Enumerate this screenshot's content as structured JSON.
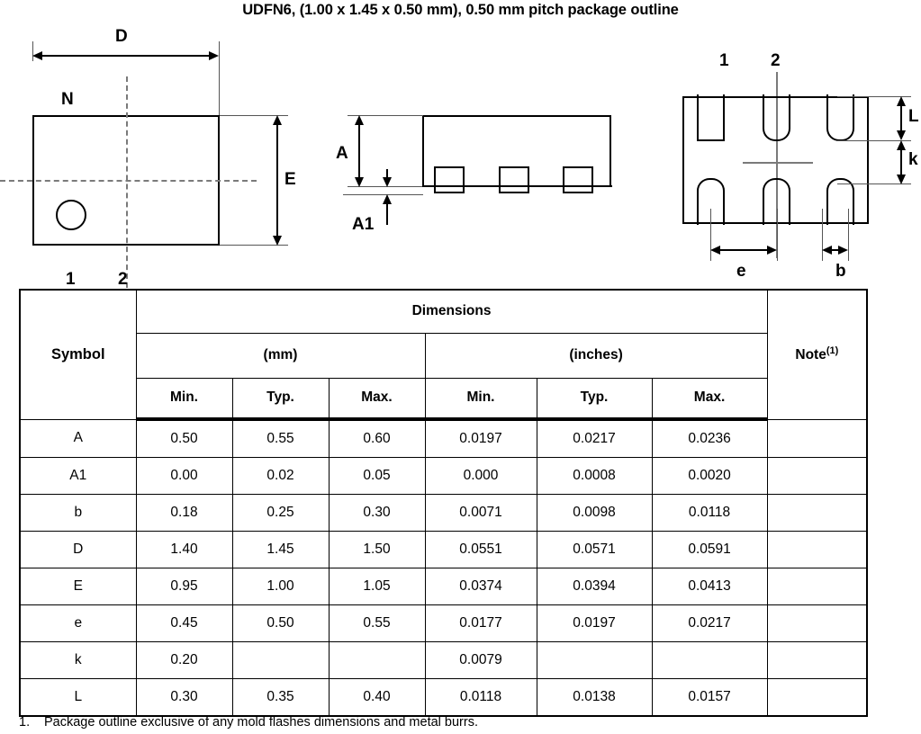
{
  "title": "UDFN6, (1.00 x 1.45 x 0.50 mm), 0.50 mm pitch package outline",
  "drawings": {
    "top_view": {
      "dim_d": "D",
      "dim_e": "E",
      "label_n": "N",
      "pin_1": "1",
      "pin_2": "2"
    },
    "side_view": {
      "dim_a": "A",
      "dim_a1": "A1"
    },
    "bottom_view": {
      "pin_1": "1",
      "pin_2": "2",
      "dim_l": "L",
      "dim_k": "k",
      "dim_e": "e",
      "dim_b": "b"
    }
  },
  "table": {
    "symbol_header": "Symbol",
    "dimensions_header": "Dimensions",
    "mm_header": "(mm)",
    "inches_header": "(inches)",
    "note_header": "Note",
    "note_superscript": "(1)",
    "subheaders": [
      "Min.",
      "Typ.",
      "Max.",
      "Min.",
      "Typ.",
      "Max."
    ],
    "rows": [
      {
        "symbol": "A",
        "mm_min": "0.50",
        "mm_typ": "0.55",
        "mm_max": "0.60",
        "in_min": "0.0197",
        "in_typ": "0.0217",
        "in_max": "0.0236",
        "note": ""
      },
      {
        "symbol": "A1",
        "mm_min": "0.00",
        "mm_typ": "0.02",
        "mm_max": "0.05",
        "in_min": "0.000",
        "in_typ": "0.0008",
        "in_max": "0.0020",
        "note": ""
      },
      {
        "symbol": "b",
        "mm_min": "0.18",
        "mm_typ": "0.25",
        "mm_max": "0.30",
        "in_min": "0.0071",
        "in_typ": "0.0098",
        "in_max": "0.0118",
        "note": ""
      },
      {
        "symbol": "D",
        "mm_min": "1.40",
        "mm_typ": "1.45",
        "mm_max": "1.50",
        "in_min": "0.0551",
        "in_typ": "0.0571",
        "in_max": "0.0591",
        "note": ""
      },
      {
        "symbol": "E",
        "mm_min": "0.95",
        "mm_typ": "1.00",
        "mm_max": "1.05",
        "in_min": "0.0374",
        "in_typ": "0.0394",
        "in_max": "0.0413",
        "note": ""
      },
      {
        "symbol": "e",
        "mm_min": "0.45",
        "mm_typ": "0.50",
        "mm_max": "0.55",
        "in_min": "0.0177",
        "in_typ": "0.0197",
        "in_max": "0.0217",
        "note": ""
      },
      {
        "symbol": "k",
        "mm_min": "0.20",
        "mm_typ": "",
        "mm_max": "",
        "in_min": "0.0079",
        "in_typ": "",
        "in_max": "",
        "note": ""
      },
      {
        "symbol": "L",
        "mm_min": "0.30",
        "mm_typ": "0.35",
        "mm_max": "0.40",
        "in_min": "0.0118",
        "in_typ": "0.0138",
        "in_max": "0.0157",
        "note": ""
      }
    ]
  },
  "footnote": {
    "number": "1.",
    "text": "Package outline exclusive of any mold flashes dimensions and metal burrs."
  }
}
